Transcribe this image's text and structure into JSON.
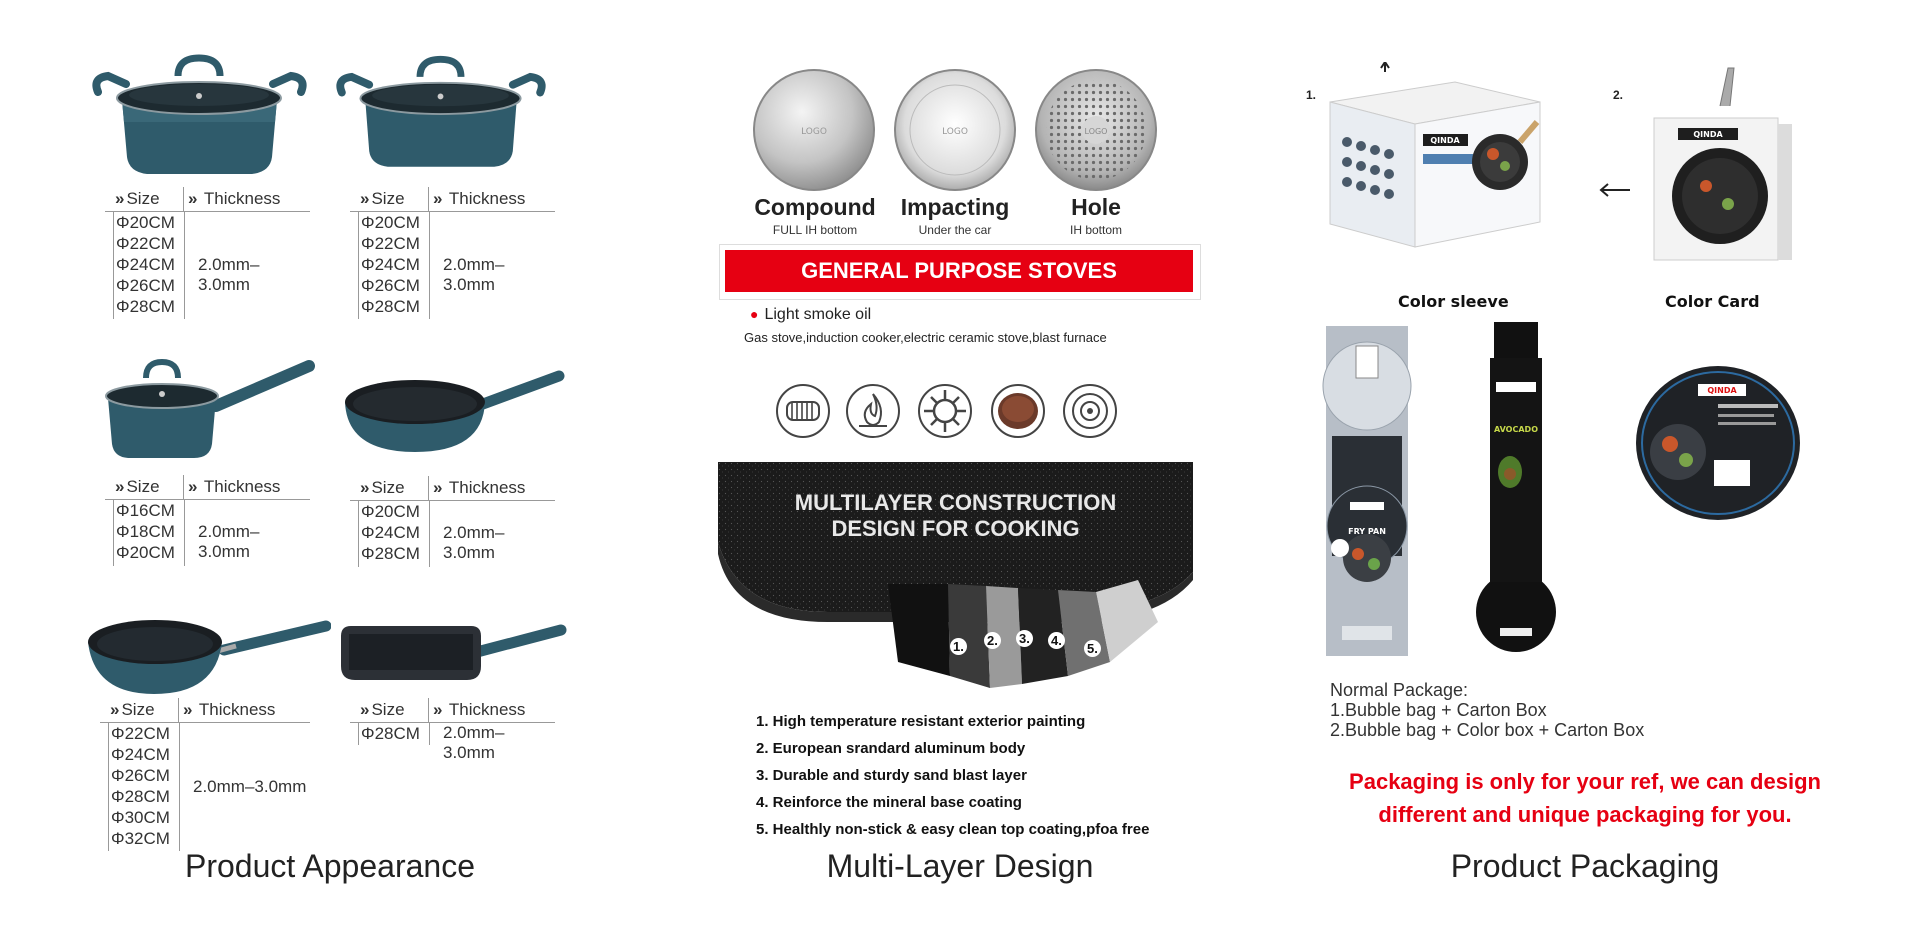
{
  "appearance": {
    "caption": "Product Appearance",
    "header_size": "Size",
    "header_thickness": "Thickness",
    "thickness": "2.0mm–3.0mm",
    "groups": [
      {
        "sizes": [
          "Φ20CM",
          "Φ22CM",
          "Φ24CM",
          "Φ26CM",
          "Φ28CM"
        ]
      },
      {
        "sizes": [
          "Φ20CM",
          "Φ22CM",
          "Φ24CM",
          "Φ26CM",
          "Φ28CM"
        ]
      },
      {
        "sizes": [
          "Φ16CM",
          "Φ18CM",
          "Φ20CM"
        ]
      },
      {
        "sizes": [
          "Φ20CM",
          "Φ24CM",
          "Φ28CM"
        ]
      },
      {
        "sizes": [
          "Φ22CM",
          "Φ24CM",
          "Φ26CM",
          "Φ28CM",
          "Φ30CM",
          "Φ32CM"
        ]
      },
      {
        "sizes": [
          "Φ28CM"
        ]
      }
    ],
    "colors": {
      "pot": "#2f5b6b",
      "pot_dark": "#1f4350",
      "lid": "#1d2a30"
    }
  },
  "multilayer": {
    "caption": "Multi-Layer Design",
    "discs": [
      {
        "title": "Compound",
        "sub": "FULL IH bottom",
        "logo": "LOGO"
      },
      {
        "title": "Impacting",
        "sub": "Under the car",
        "logo": "LOGO"
      },
      {
        "title": "Hole",
        "sub": "IH bottom",
        "logo": "LOGO"
      }
    ],
    "banner": "GENERAL PURPOSE STOVES",
    "bullet": "Light smoke oil",
    "stoves_line": "Gas stove,induction cooker,electric ceramic stove,blast furnace",
    "construction_title_1": "MULTILAYER CONSTRUCTION",
    "construction_title_2": "DESIGN FOR COOKING",
    "layer_numbers": [
      "1.",
      "2.",
      "3.",
      "4.",
      "5."
    ],
    "features": [
      "1. High temperature resistant exterior painting",
      "2. European srandard aluminum body",
      "3. Durable and sturdy sand blast layer",
      "4. Reinforce the mineral base coating",
      "5. Healthly non-stick & easy clean top coating,pfoa free"
    ],
    "accent": "#e60012"
  },
  "packaging": {
    "caption": "Product Packaging",
    "label_1": "1.",
    "label_2": "2.",
    "color_sleeve": "Color sleeve",
    "color_card": "Color Card",
    "brand": "QINDA",
    "normal_title": "Normal Package:",
    "normal_1": "1.Bubble bag + Carton Box",
    "normal_2": "2.Bubble bag + Color box + Carton Box",
    "note_1": "Packaging is only for your ref, we can design",
    "note_2": "different and unique packaging for you.",
    "sleeve_1_title": "FRY PAN",
    "sleeve_2_title": "AVOCADO"
  }
}
